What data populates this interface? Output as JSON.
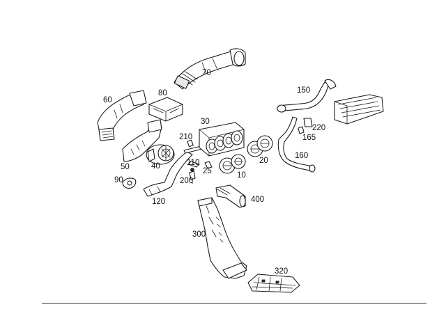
{
  "callouts": {
    "p10": "10",
    "p20": "20",
    "p25": "25",
    "p30": "30",
    "p40": "40",
    "p50": "50",
    "p60": "60",
    "p70": "70",
    "p80": "80",
    "p90": "90",
    "p110": "110",
    "p120": "120",
    "p150": "150",
    "p160": "160",
    "p165": "165",
    "p200": "200",
    "p210": "210",
    "p220": "220",
    "p300": "300",
    "p320": "320",
    "p400": "400"
  }
}
